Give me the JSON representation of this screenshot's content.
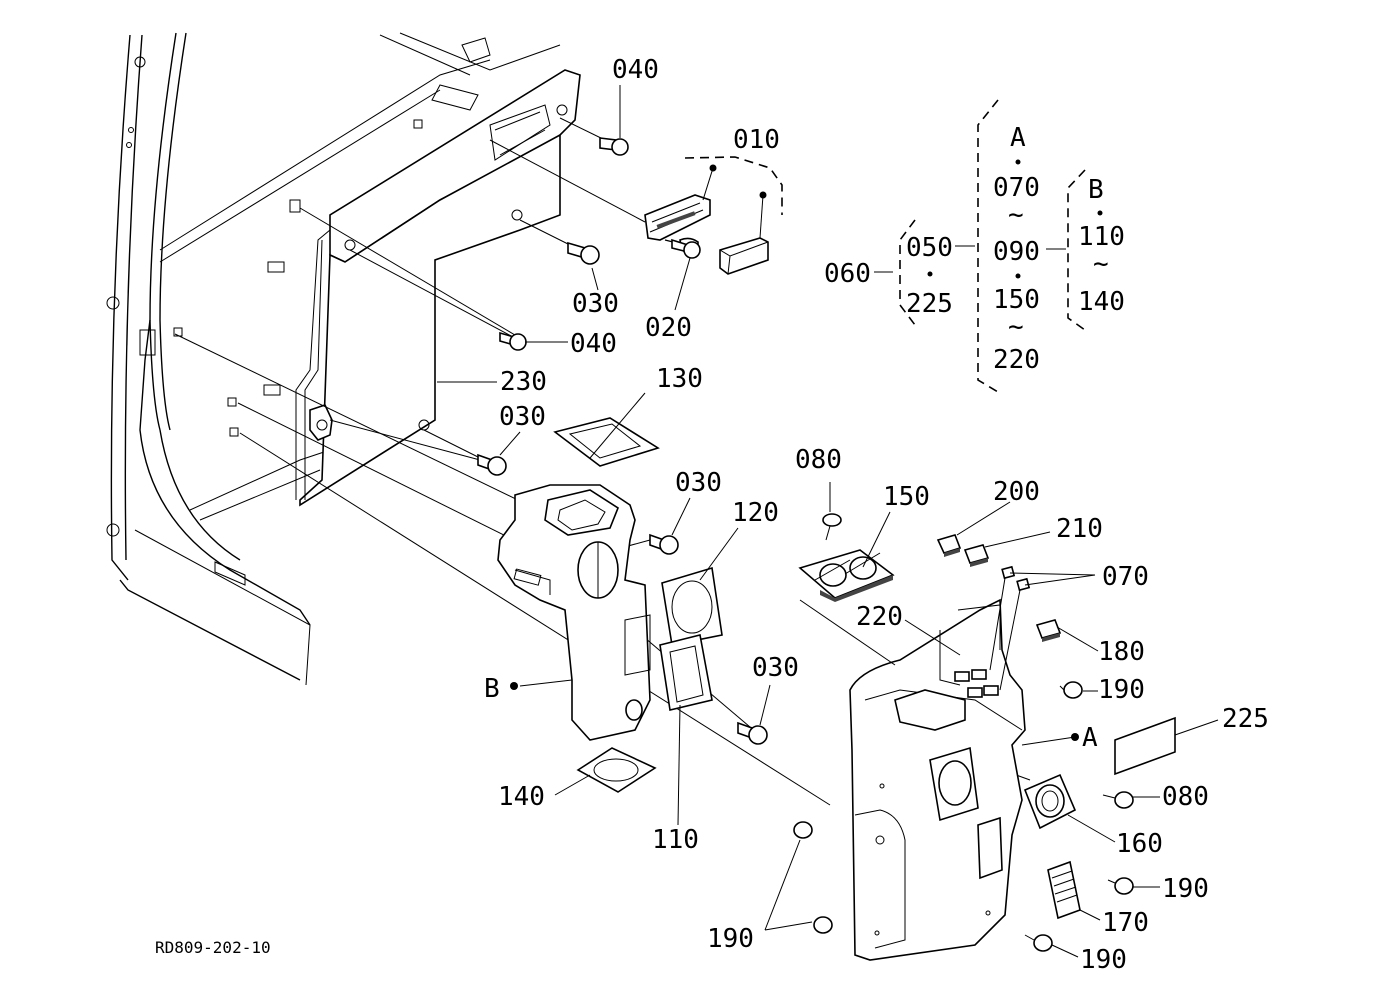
{
  "drawing_code": "RD809-202-10",
  "callouts": {
    "c010": "010",
    "c020": "020",
    "c030a": "030",
    "c030b": "030",
    "c030c": "030",
    "c030d": "030",
    "c040a": "040",
    "c040b": "040",
    "c060": "060",
    "c070": "070",
    "c080a": "080",
    "c080b": "080",
    "c110": "110",
    "c120": "120",
    "c130": "130",
    "c140": "140",
    "c150": "150",
    "c160": "160",
    "c170": "170",
    "c180": "180",
    "c190a": "190",
    "c190b": "190",
    "c190c": "190",
    "c190d": "190",
    "c200": "200",
    "c210": "210",
    "c220": "220",
    "c225": "225",
    "c230": "230",
    "markA": "A",
    "markB": "B"
  },
  "legend": {
    "g060": {
      "top": "050",
      "bottom": "225"
    },
    "groupA": {
      "title": "A",
      "r1": "070",
      "r2": "090",
      "r3": "150",
      "r4": "220",
      "wave": "~"
    },
    "groupB": {
      "title": "B",
      "r1": "110",
      "r2": "140",
      "wave": "~"
    }
  }
}
